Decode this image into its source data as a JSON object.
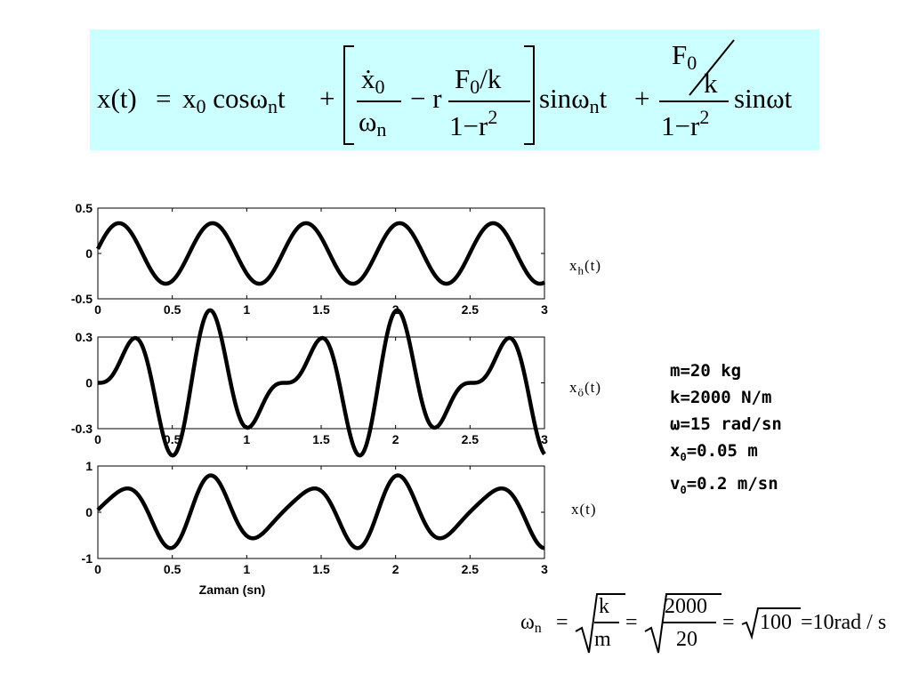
{
  "formula": {
    "lhs": "x(t)",
    "eq": "=",
    "x0_base": "x",
    "x0_sub": "0",
    "cos": "cos",
    "omega_n_base": "ω",
    "omega_n_sub": "n",
    "t": "t",
    "plus": "+",
    "minus": "−",
    "r": "r",
    "x0dot_base": "ẋ",
    "F0_base": "F",
    "k_over": "/k",
    "k": "k",
    "one_minus_r": "1−r",
    "sq": "2",
    "sin": "sin",
    "omega": "ω"
  },
  "params": {
    "m": "m=20 kg",
    "k": "k=2000 N/m",
    "w": "ω=15 rad/sn",
    "x0_base": "x",
    "x0_sub": "0",
    "x0_val": "=0.05 m",
    "v0_base": "v",
    "v0_sub": "0",
    "v0_val": "=0.2 m/sn"
  },
  "bottom_formula": {
    "omega_base": "ω",
    "omega_sub": "n",
    "eq": "=",
    "k": "k",
    "m": "m",
    "num": "2000",
    "den": "20",
    "hundred": "100",
    "result": "=10rad / s"
  },
  "labels": {
    "xh_base": "x",
    "xh_sub": "h",
    "xh_t": "(t)",
    "xo_base": "x",
    "xo_sub": "ö",
    "xo_t": "(t)",
    "x_full": "x(t)"
  },
  "chart_data": [
    {
      "type": "line",
      "series": [
        {
          "name": "x_h(t)",
          "expr": "0.05*cos(10t)+0.33*sin(10t)"
        }
      ],
      "x_range": [
        0,
        3
      ],
      "ylim": [
        -0.5,
        0.5
      ],
      "x_ticks": [
        "0",
        "0.5",
        "1",
        "1.5",
        "2",
        "2.5",
        "3"
      ],
      "y_ticks": [
        "0.5",
        "0",
        "-0.5"
      ],
      "y_tick_values": [
        0.5,
        0,
        -0.5
      ]
    },
    {
      "type": "line",
      "series": [
        {
          "name": "x_ö(t)",
          "expr": "0.3*sin(10t)-0.2*sin(15t)"
        }
      ],
      "x_range": [
        0,
        3
      ],
      "ylim": [
        -0.3,
        0.3
      ],
      "x_ticks": [
        "0",
        "0.5",
        "1",
        "1.5",
        "2",
        "2.5",
        "3"
      ],
      "y_ticks": [
        "0.3",
        "0",
        "-0.3"
      ],
      "y_tick_values": [
        0.3,
        0,
        -0.3
      ]
    },
    {
      "type": "line",
      "series": [
        {
          "name": "x(t)",
          "expr": "0.05*cos(10t)+0.62*sin(10t)-0.2*sin(15t)"
        }
      ],
      "x_range": [
        0,
        3
      ],
      "ylim": [
        -1,
        1
      ],
      "x_ticks": [
        "0",
        "0.5",
        "1",
        "1.5",
        "2",
        "2.5",
        "3"
      ],
      "y_ticks": [
        "1",
        "0",
        "-1"
      ],
      "y_tick_values": [
        1,
        0,
        -1
      ],
      "xlabel": "Zaman (sn)"
    }
  ]
}
